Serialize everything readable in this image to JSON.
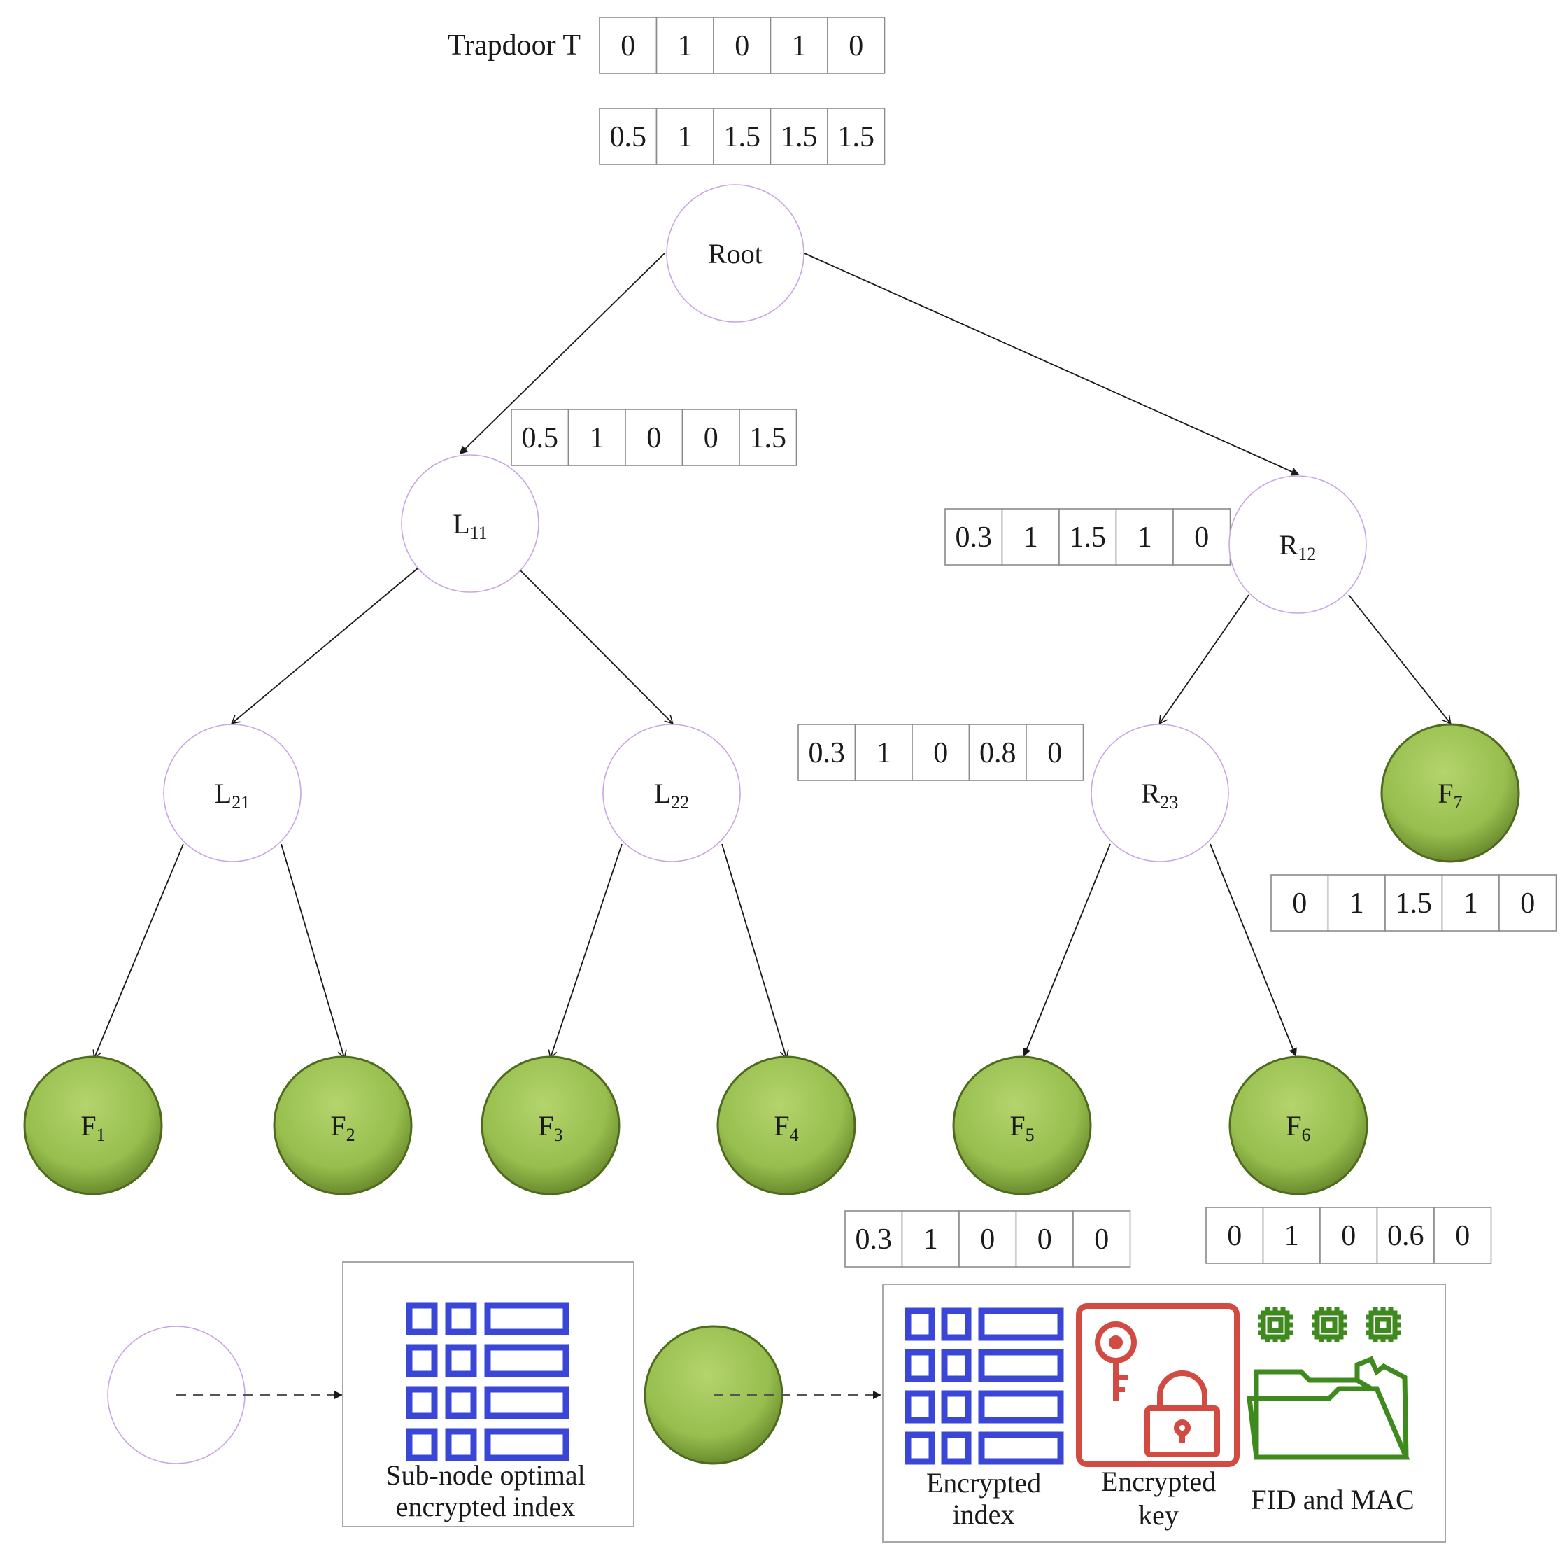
{
  "trapdoor": {
    "label": "Trapdoor T",
    "values": [
      "0",
      "1",
      "0",
      "1",
      "0"
    ]
  },
  "root_vector": [
    "0.5",
    "1",
    "1.5",
    "1.5",
    "1.5"
  ],
  "nodes": {
    "root": {
      "label": "Root"
    },
    "l11": {
      "base": "L",
      "sub": "11",
      "vector": [
        "0.5",
        "1",
        "0",
        "0",
        "1.5"
      ]
    },
    "r12": {
      "base": "R",
      "sub": "12",
      "vector": [
        "0.3",
        "1",
        "1.5",
        "1",
        "0"
      ]
    },
    "l21": {
      "base": "L",
      "sub": "21"
    },
    "l22": {
      "base": "L",
      "sub": "22"
    },
    "r23": {
      "base": "R",
      "sub": "23",
      "vector": [
        "0.3",
        "1",
        "0",
        "0.8",
        "0"
      ]
    },
    "f1": {
      "base": "F",
      "sub": "1"
    },
    "f2": {
      "base": "F",
      "sub": "2"
    },
    "f3": {
      "base": "F",
      "sub": "3"
    },
    "f4": {
      "base": "F",
      "sub": "4"
    },
    "f5": {
      "base": "F",
      "sub": "5",
      "vector": [
        "0.3",
        "1",
        "0",
        "0",
        "0"
      ]
    },
    "f6": {
      "base": "F",
      "sub": "6",
      "vector": [
        "0",
        "1",
        "0",
        "0.6",
        "0"
      ]
    },
    "f7": {
      "base": "F",
      "sub": "7",
      "vector": [
        "0",
        "1",
        "1.5",
        "1",
        "0"
      ]
    }
  },
  "legend": {
    "internal_label": "Sub-node optimal encrypted index",
    "internal_label_lines": [
      "Sub-node optimal",
      "encrypted index"
    ],
    "leaf_items": [
      {
        "lines": [
          "Encrypted",
          "index"
        ],
        "icon": "table-icon",
        "color": "#3a47d6"
      },
      {
        "lines": [
          "Encrypted",
          "key"
        ],
        "icon": "key-lock-icon",
        "color": "#d24b43"
      },
      {
        "lines": [
          "FID and MAC"
        ],
        "icon": "folder-chip-icon",
        "color": "#3f8a1f"
      }
    ]
  },
  "colors": {
    "internal_node_border": "#c9a6e3",
    "leaf_fill": "#97be4e",
    "leaf_dark": "#5f7f26",
    "cell_border": "#8a8a8a",
    "edge": "#1a1a1a",
    "index_blue": "#3a47d6",
    "key_red": "#d24b43",
    "fid_green": "#3f8a1f"
  }
}
